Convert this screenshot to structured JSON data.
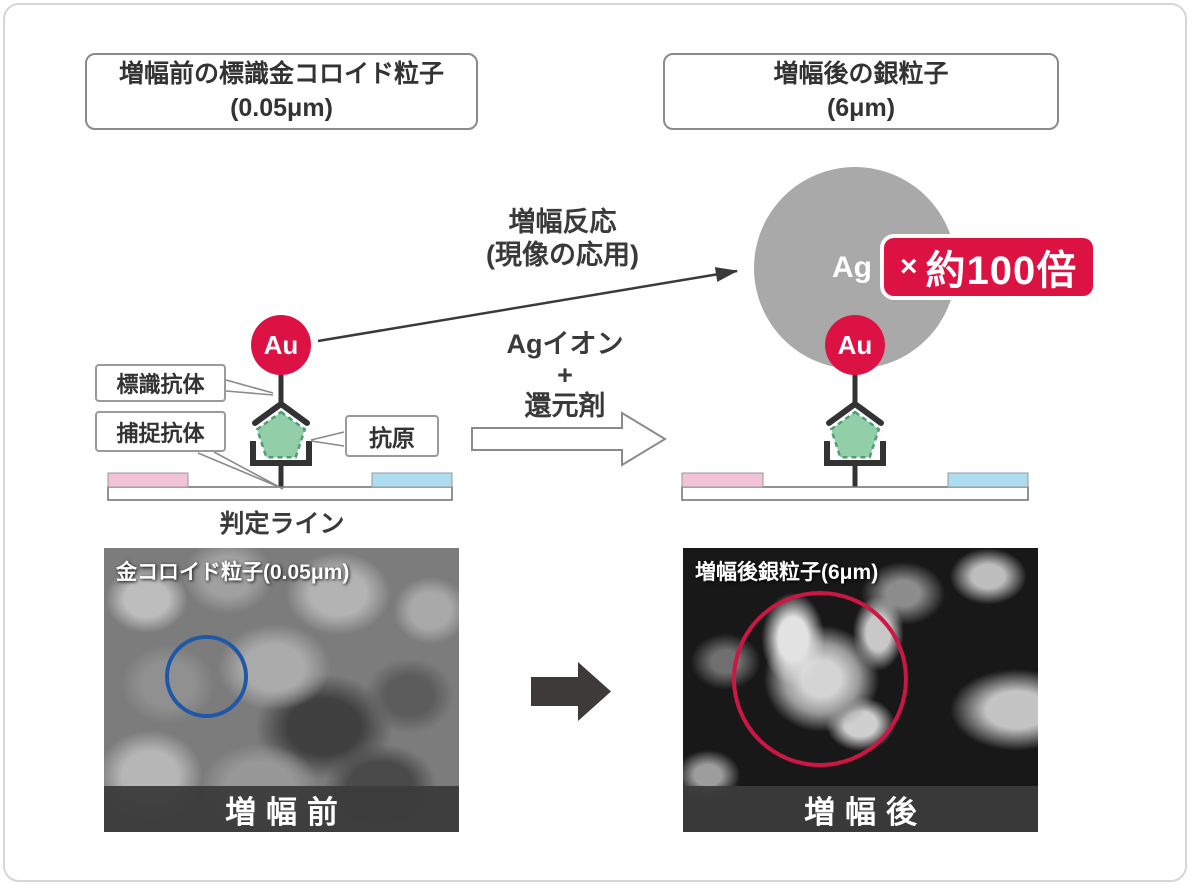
{
  "header": {
    "before_box": {
      "line1": "増幅前の標識金コロイド粒子",
      "line2": "(0.05μm)"
    },
    "after_box": {
      "line1": "増幅後の銀粒子",
      "line2": "(6μm)"
    }
  },
  "reaction": {
    "name_line1": "増幅反応",
    "name_line2": "(現像の応用)",
    "reagent_line1": "Agイオン",
    "reagent_line2": "+",
    "reagent_line3": "還元剤"
  },
  "particles": {
    "gold_label": "Au",
    "silver_label": "Ag",
    "multiplier_sign": "×",
    "multiplier_value": "約100倍"
  },
  "strip_labels": {
    "labeled_antibody": "標識抗体",
    "capture_antibody": "捕捉抗体",
    "antigen": "抗原",
    "test_line": "判定ライン"
  },
  "micrographs": {
    "before": {
      "caption": "金コロイド粒子(0.05μm)",
      "banner": "増幅前"
    },
    "after": {
      "caption": "増幅後銀粒子(6μm)",
      "banner": "増幅後"
    }
  },
  "colors": {
    "accent_red": "#dc1245",
    "silver_gray": "#a9a9a9",
    "antigen_green": "#92cfa9",
    "antigen_border": "#4f9e74",
    "strip_pink": "#f2c3d8",
    "strip_blue": "#aedcf0",
    "line_dark": "#3a3a3a",
    "banner_dark": "#3b3b3b",
    "annotation_blue": "#2058a8",
    "annotation_red": "#cc1744"
  }
}
